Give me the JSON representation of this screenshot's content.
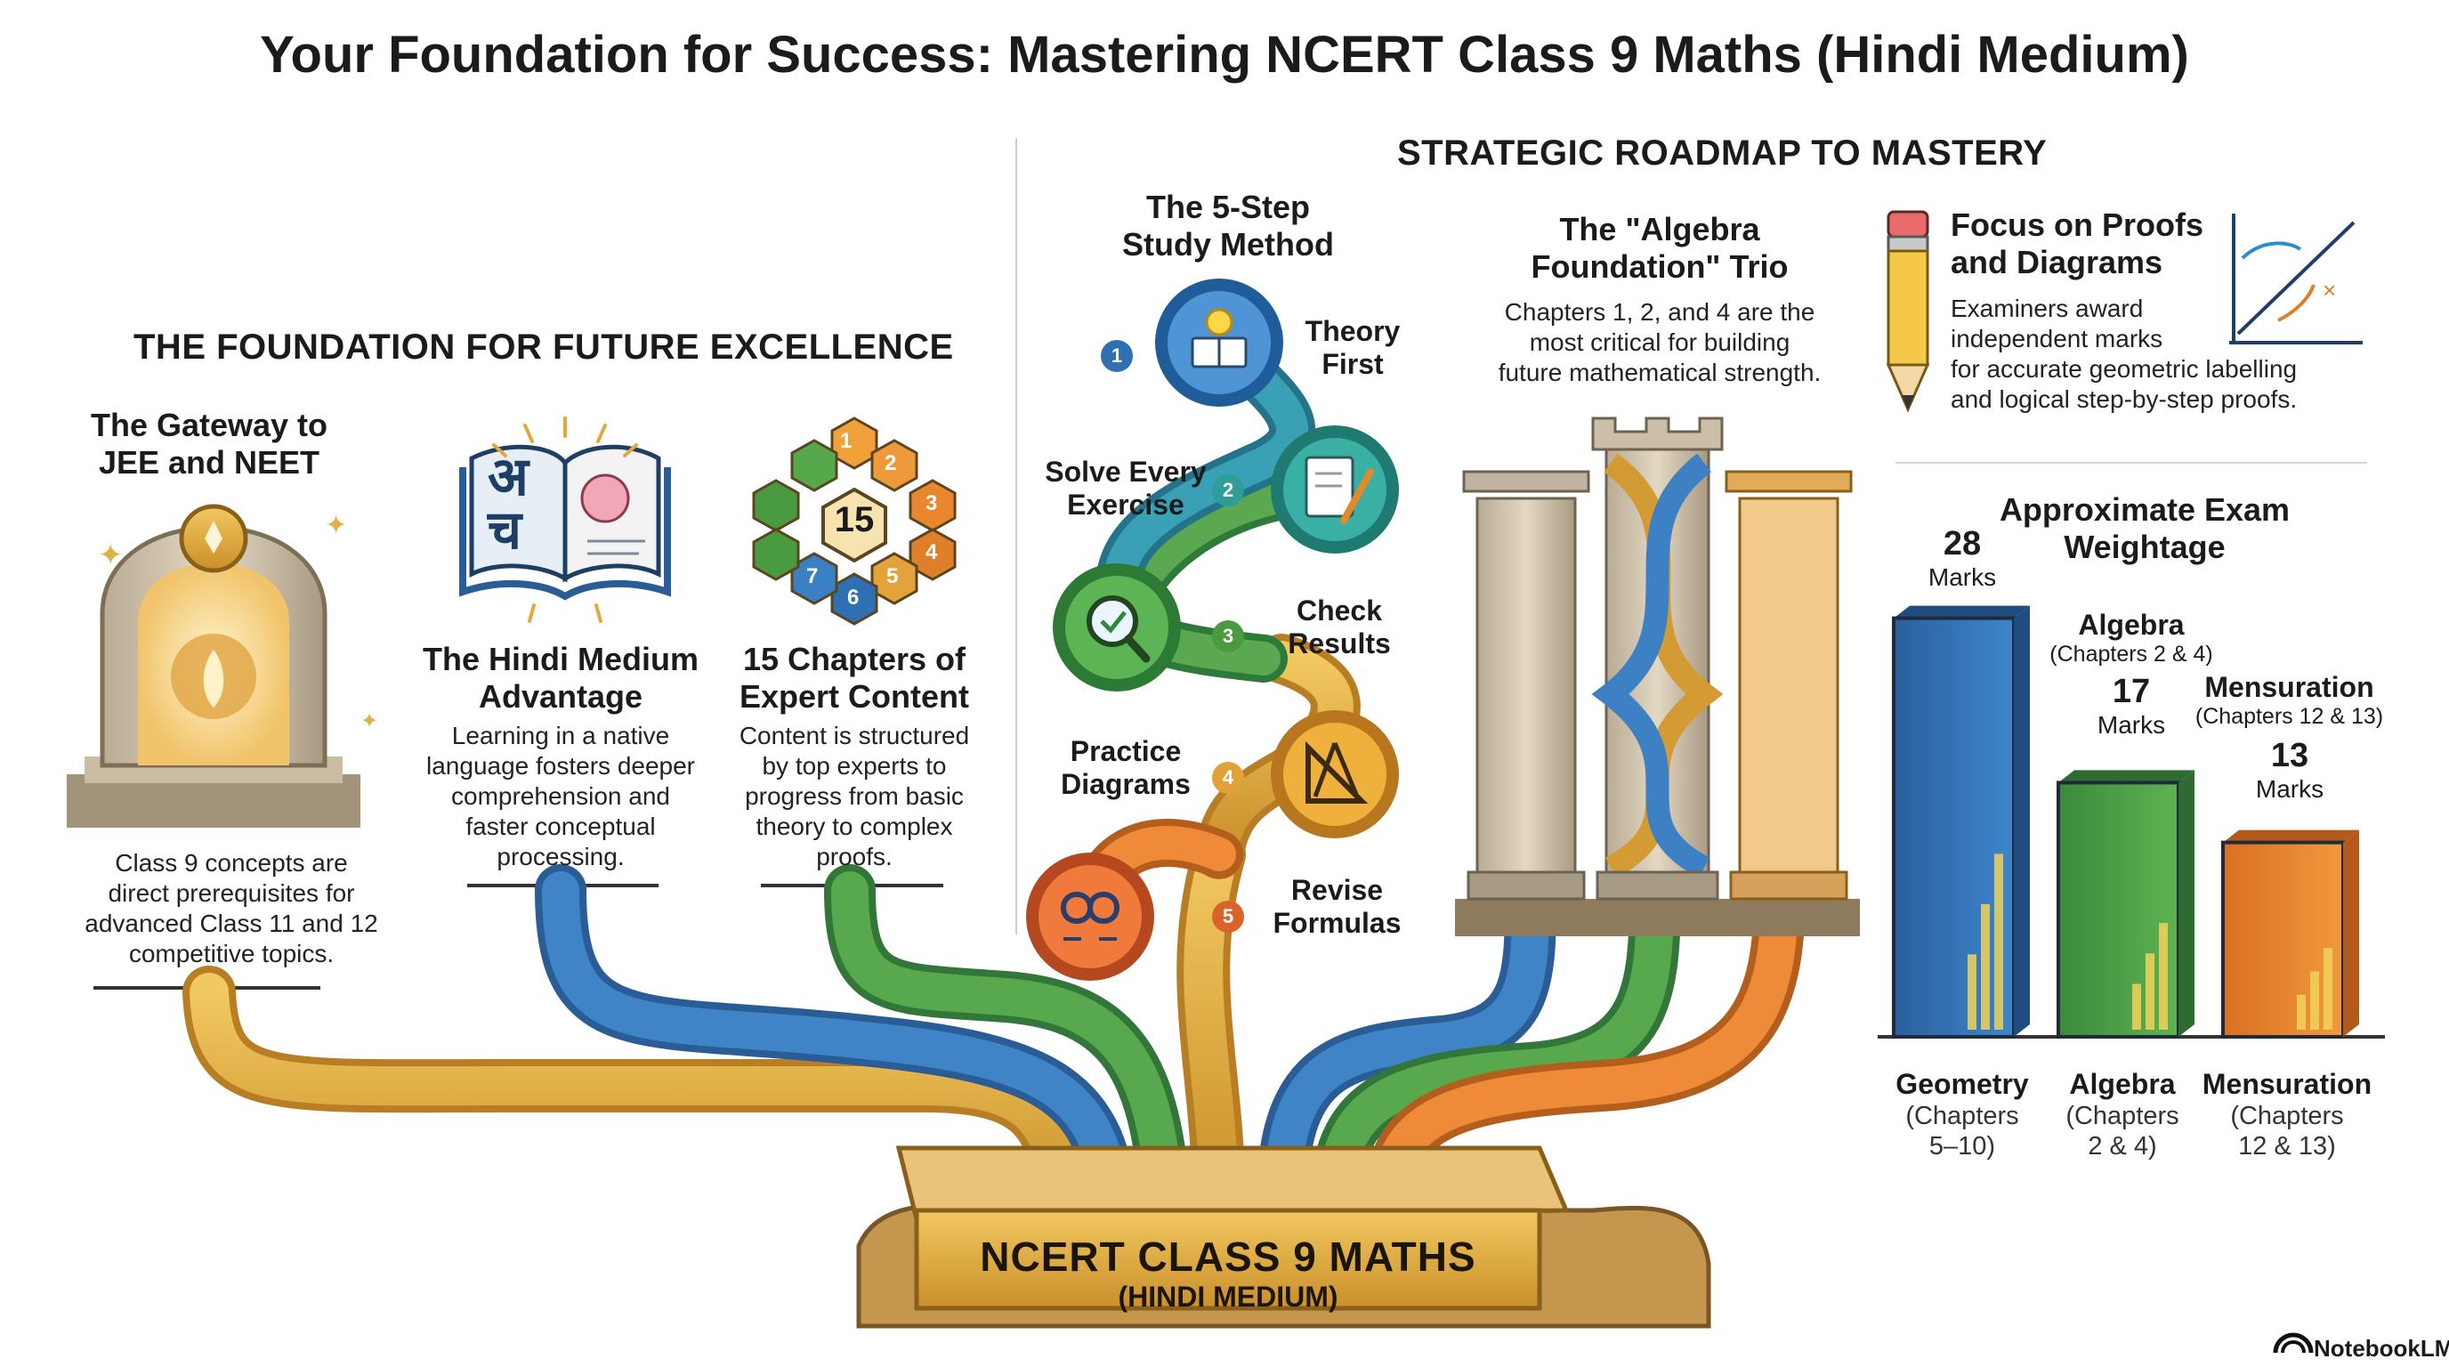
{
  "title": "Your Foundation for Success: Mastering NCERT Class 9 Maths (Hindi Medium)",
  "left": {
    "section_title": "THE FOUNDATION FOR FUTURE EXCELLENCE",
    "gateway": {
      "title_line1": "The Gateway to",
      "title_line2": "JEE and NEET",
      "body": [
        "Class 9 concepts are",
        "direct prerequisites for",
        "advanced Class 11 and 12",
        "competitive topics."
      ]
    },
    "hindi": {
      "title_line1": "The Hindi Medium",
      "title_line2": "Advantage",
      "glyph_top": "अ",
      "glyph_bottom": "च",
      "body": [
        "Learning in a native",
        "language fosters deeper",
        "comprehension and",
        "faster conceptual",
        "processing."
      ]
    },
    "chapters": {
      "title_line1": "15 Chapters of",
      "title_line2": "Expert Content",
      "center_number": "15",
      "hex_numbers": [
        "1",
        "2",
        "3",
        "4",
        "5",
        "6",
        "7"
      ],
      "body": [
        "Content is structured",
        "by top experts to",
        "progress from basic",
        "theory to complex",
        "proofs."
      ]
    }
  },
  "right": {
    "section_title": "STRATEGIC ROADMAP TO MASTERY",
    "steps": {
      "title_line1": "The 5-Step",
      "title_line2": "Study Method",
      "items": [
        {
          "num": "1",
          "line1": "Theory",
          "line2": "First"
        },
        {
          "num": "2",
          "line1": "Solve Every",
          "line2": "Exercise"
        },
        {
          "num": "3",
          "line1": "Check",
          "line2": "Results"
        },
        {
          "num": "4",
          "line1": "Practice",
          "line2": "Diagrams"
        },
        {
          "num": "5",
          "line1": "Revise",
          "line2": "Formulas"
        }
      ]
    },
    "trio": {
      "title_line1": "The \"Algebra",
      "title_line2": "Foundation\" Trio",
      "body": [
        "Chapters 1, 2, and 4 are the",
        "most critical for building",
        "future mathematical strength."
      ]
    },
    "proofs": {
      "title_line1": "Focus on Proofs",
      "title_line2": "and Diagrams",
      "body": [
        "Examiners award",
        "independent marks",
        "for accurate geometric labelling",
        "and logical step-by-step proofs."
      ]
    }
  },
  "chart_data": {
    "type": "bar",
    "title_line1": "Approximate Exam",
    "title_line2": "Weightage",
    "categories": [
      "Geometry",
      "Algebra",
      "Mensuration"
    ],
    "category_subtitles": [
      [
        "(Chapters",
        "5–10)"
      ],
      [
        "(Chapters",
        "2 & 4)"
      ],
      [
        "(Chapters",
        "12 & 13)"
      ]
    ],
    "values": [
      28,
      17,
      13
    ],
    "value_unit": "Marks",
    "annotations": [
      {
        "label": "",
        "sub": ""
      },
      {
        "label": "Algebra",
        "sub": "(Chapters 2 & 4)"
      },
      {
        "label": "Mensuration",
        "sub": "(Chapters 12 & 13)"
      }
    ],
    "colors": [
      "#2f6fb3",
      "#4a9a3f",
      "#e07b2a"
    ]
  },
  "base": {
    "line1": "NCERT CLASS 9 MATHS",
    "line2": "(HINDI MEDIUM)"
  },
  "brand": "NotebookLM",
  "colors": {
    "gold": "#d9a53a",
    "blue": "#3a78b8",
    "green": "#4f9a48",
    "orange": "#e07f33",
    "teal": "#2e9c97"
  }
}
